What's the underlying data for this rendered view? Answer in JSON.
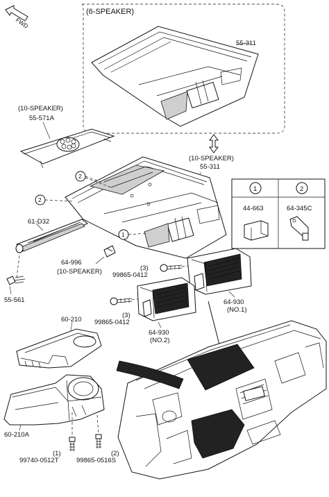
{
  "fwd_label": "FWD",
  "groups": {
    "six_speaker": "(6-SPEAKER)"
  },
  "parts": {
    "p55_311_6spk": "55-311",
    "p55_571a_note": "(10-SPEAKER)",
    "p55_571a": "55-571A",
    "p55_311_10spk_note": "(10-SPEAKER)",
    "p55_311_10spk": "55-311",
    "p61_d32": "61-D32",
    "p55_561": "55-561",
    "p64_996": "64-996",
    "p64_996_note": "(10-SPEAKER)",
    "p99865_0412_a_qty": "(3)",
    "p99865_0412_a": "99865-0412",
    "p64_930_no1": "64-930",
    "p64_930_no1_note": "(NO.1)",
    "p99865_0412_b": "99865-0412",
    "p99865_0412_b_qty": "(3)",
    "p64_930_no2": "64-930",
    "p64_930_no2_note": "(NO.2)",
    "p60_210": "60-210",
    "p60_210a": "60-210A",
    "p99740_0512t_qty": "(1)",
    "p99740_0512t": "99740-0512T",
    "p99865_0516s_qty": "(2)",
    "p99865_0516s": "99865-0516S"
  },
  "legend": {
    "col1_num": "1",
    "col2_num": "2",
    "col1_part": "44-663",
    "col2_part": "64-345C"
  },
  "callouts": [
    "2",
    "2",
    "1"
  ]
}
